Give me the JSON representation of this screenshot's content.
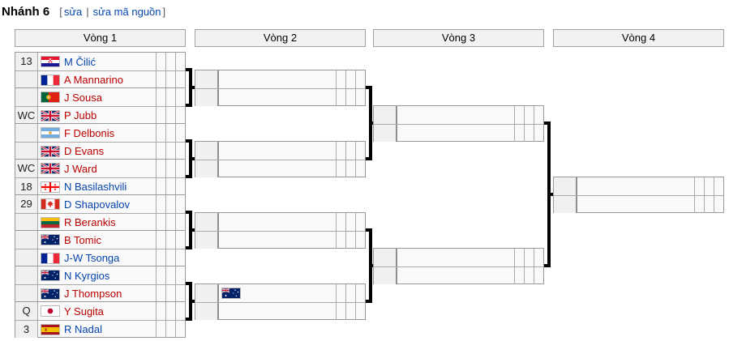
{
  "page": {
    "title": "Nhánh 6",
    "edit_section": {
      "open": "[",
      "links": [
        "sửa",
        "sửa mã nguồn"
      ],
      "separator": "|",
      "close": "]"
    }
  },
  "colors": {
    "link_blue": "#0645ad",
    "link_red": "#ba0000",
    "connector": "#000000",
    "box_background": "#f9f9f9",
    "seed_background": "#f0f0f0",
    "header_background": "#f2f2f2",
    "border_gray": "#aaaaaa"
  },
  "bracket": {
    "rounds": [
      "Vòng 1",
      "Vòng 2",
      "Vòng 3",
      "Vòng 4"
    ],
    "round1": [
      {
        "slots": [
          {
            "seed": "13",
            "country": "croatia",
            "name": "M Čilić",
            "link": "blue",
            "scores": [
              "",
              "",
              ""
            ]
          },
          {
            "seed": "",
            "country": "france",
            "name": "A Mannarino",
            "link": "red",
            "scores": [
              "",
              "",
              ""
            ]
          }
        ]
      },
      {
        "slots": [
          {
            "seed": "",
            "country": "portugal",
            "name": "J Sousa",
            "link": "red",
            "scores": [
              "",
              "",
              ""
            ]
          },
          {
            "seed": "WC",
            "country": "united-kingdom",
            "name": "P Jubb",
            "link": "red",
            "scores": [
              "",
              "",
              ""
            ]
          }
        ]
      },
      {
        "slots": [
          {
            "seed": "",
            "country": "argentina",
            "name": "F Delbonis",
            "link": "red",
            "scores": [
              "",
              "",
              ""
            ]
          },
          {
            "seed": "",
            "country": "united-kingdom",
            "name": "D Evans",
            "link": "red",
            "scores": [
              "",
              "",
              ""
            ]
          }
        ]
      },
      {
        "slots": [
          {
            "seed": "WC",
            "country": "united-kingdom",
            "name": "J Ward",
            "link": "red",
            "scores": [
              "",
              "",
              ""
            ]
          },
          {
            "seed": "18",
            "country": "georgia",
            "name": "N Basilashvili",
            "link": "blue",
            "scores": [
              "",
              "",
              ""
            ]
          }
        ]
      },
      {
        "slots": [
          {
            "seed": "29",
            "country": "canada",
            "name": "D Shapovalov",
            "link": "blue",
            "scores": [
              "",
              "",
              ""
            ]
          },
          {
            "seed": "",
            "country": "lithuania",
            "name": "R Berankis",
            "link": "red",
            "scores": [
              "",
              "",
              ""
            ]
          }
        ]
      },
      {
        "slots": [
          {
            "seed": "",
            "country": "australia",
            "name": "B Tomic",
            "link": "red",
            "scores": [
              "",
              "",
              ""
            ]
          },
          {
            "seed": "",
            "country": "france",
            "name": "J-W Tsonga",
            "link": "blue",
            "scores": [
              "",
              "",
              ""
            ]
          }
        ]
      },
      {
        "slots": [
          {
            "seed": "",
            "country": "australia",
            "name": "N Kyrgios",
            "link": "blue",
            "scores": [
              "",
              "",
              ""
            ]
          },
          {
            "seed": "",
            "country": "australia",
            "name": "J Thompson",
            "link": "red",
            "scores": [
              "",
              "",
              ""
            ]
          }
        ]
      },
      {
        "slots": [
          {
            "seed": "Q",
            "country": "japan",
            "name": "Y Sugita",
            "link": "red",
            "scores": [
              "",
              "",
              ""
            ]
          },
          {
            "seed": "3",
            "country": "spain",
            "name": "R Nadal",
            "link": "blue",
            "scores": [
              "",
              "",
              ""
            ]
          }
        ]
      }
    ],
    "round2": [
      {
        "slots": [
          {
            "seed": "",
            "country": "",
            "name": "",
            "link": "",
            "scores": [
              "",
              "",
              ""
            ]
          },
          {
            "seed": "",
            "country": "",
            "name": "",
            "link": "",
            "scores": [
              "",
              "",
              ""
            ]
          }
        ]
      },
      {
        "slots": [
          {
            "seed": "",
            "country": "",
            "name": "",
            "link": "",
            "scores": [
              "",
              "",
              ""
            ]
          },
          {
            "seed": "",
            "country": "",
            "name": "",
            "link": "",
            "scores": [
              "",
              "",
              ""
            ]
          }
        ]
      },
      {
        "slots": [
          {
            "seed": "",
            "country": "",
            "name": "",
            "link": "",
            "scores": [
              "",
              "",
              ""
            ]
          },
          {
            "seed": "",
            "country": "",
            "name": "",
            "link": "",
            "scores": [
              "",
              "",
              ""
            ]
          }
        ]
      },
      {
        "slots": [
          {
            "seed": "",
            "country": "australia",
            "name": "",
            "link": "",
            "scores": [
              "",
              "",
              ""
            ]
          },
          {
            "seed": "",
            "country": "",
            "name": "",
            "link": "",
            "scores": [
              "",
              "",
              ""
            ]
          }
        ]
      }
    ],
    "round3": [
      {
        "slots": [
          {
            "seed": "",
            "country": "",
            "name": "",
            "link": "",
            "scores": [
              "",
              "",
              ""
            ]
          },
          {
            "seed": "",
            "country": "",
            "name": "",
            "link": "",
            "scores": [
              "",
              "",
              ""
            ]
          }
        ]
      },
      {
        "slots": [
          {
            "seed": "",
            "country": "",
            "name": "",
            "link": "",
            "scores": [
              "",
              "",
              ""
            ]
          },
          {
            "seed": "",
            "country": "",
            "name": "",
            "link": "",
            "scores": [
              "",
              "",
              ""
            ]
          }
        ]
      }
    ],
    "round4": [
      {
        "slots": [
          {
            "seed": "",
            "country": "",
            "name": "",
            "link": "",
            "scores": [
              "",
              "",
              ""
            ]
          },
          {
            "seed": "",
            "country": "",
            "name": "",
            "link": "",
            "scores": [
              "",
              "",
              ""
            ]
          }
        ]
      }
    ]
  }
}
